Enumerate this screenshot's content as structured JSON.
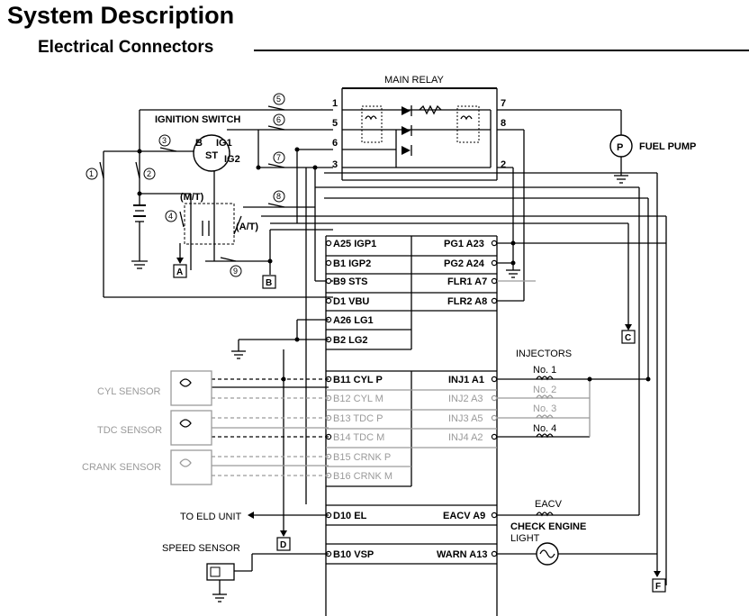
{
  "title": "System Description",
  "subtitle": "Electrical Connectors",
  "components": {
    "main_relay": "MAIN RELAY",
    "ignition_switch": "IGNITION SWITCH",
    "fuel_pump": "FUEL PUMP",
    "injectors": "INJECTORS",
    "eacv": "EACV",
    "check_engine_light_line1": "CHECK ENGINE",
    "check_engine_light_line2": "LIGHT",
    "speed_sensor": "SPEED SENSOR",
    "to_eld_unit": "TO ELD UNIT",
    "cyl_sensor": "CYL SENSOR",
    "tdc_sensor": "TDC SENSOR",
    "crank_sensor": "CRANK SENSOR",
    "mt": "(M/T)",
    "at": "(A/T)"
  },
  "ignition_terminals": {
    "b": "B",
    "ig1": "IG1",
    "st": "ST",
    "ig2": "IG2"
  },
  "relay_pins": [
    "1",
    "5",
    "6",
    "3",
    "7",
    "8",
    "2"
  ],
  "fuse_numbers": [
    "1",
    "2",
    "3",
    "4",
    "5",
    "6",
    "7",
    "8",
    "9"
  ],
  "ref_boxes": [
    "A",
    "B",
    "C",
    "D",
    "F"
  ],
  "fuel_pump_symbol": "P",
  "ecu_left_pins": [
    "A25 IGP1",
    "B1 IGP2",
    "B9 STS",
    "D1 VBU",
    "A26 LG1",
    "B2 LG2",
    "B11 CYL P",
    "B12 CYL M",
    "B13 TDC P",
    "B14 TDC M",
    "B15 CRNK P",
    "B16 CRNK M",
    "D10 EL",
    "B10 VSP"
  ],
  "ecu_right_pins": [
    "PG1 A23",
    "PG2 A24",
    "FLR1 A7",
    "FLR2 A8",
    "INJ1 A1",
    "INJ2 A3",
    "INJ3 A5",
    "INJ4 A2",
    "EACV A9",
    "WARN A13"
  ],
  "injector_labels": [
    "No. 1",
    "No. 2",
    "No. 3",
    "No. 4"
  ]
}
